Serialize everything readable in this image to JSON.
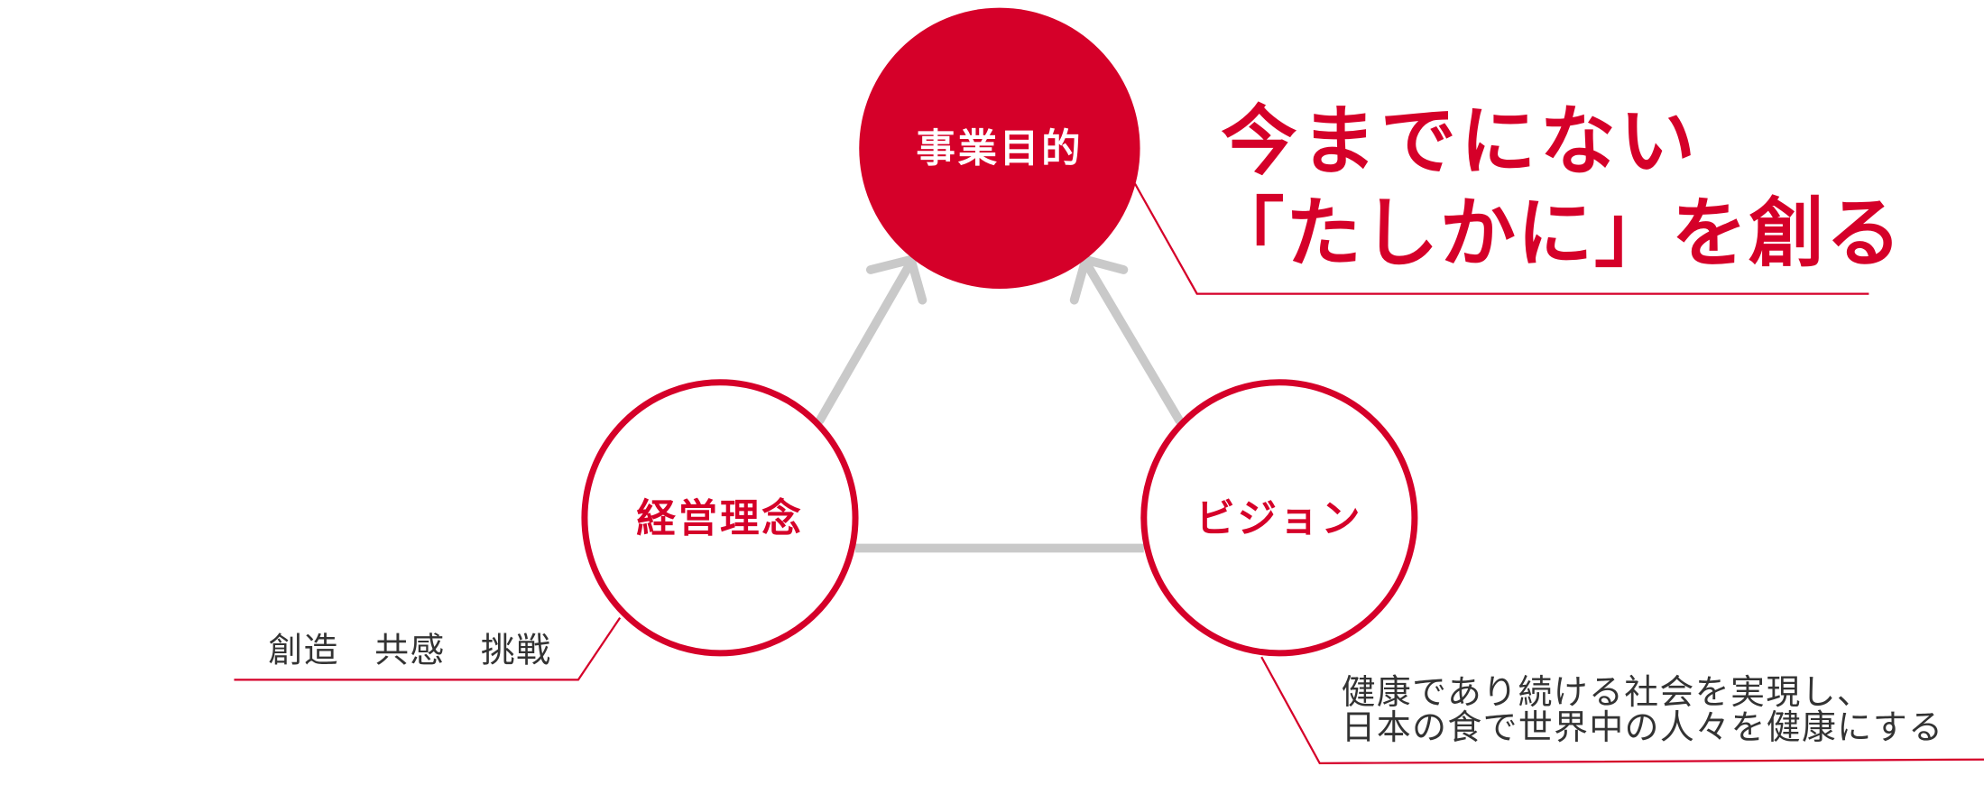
{
  "colors": {
    "accent": "#d50029",
    "connector": "#c9c9c9",
    "text": "#333333"
  },
  "purpose": {
    "label": "事業目的",
    "tagline_line1": "今までにない",
    "tagline_line2": "「たしかに」を創る"
  },
  "philosophy": {
    "label": "経営理念",
    "values": "創造　共感　挑戦"
  },
  "vision": {
    "label": "ビジョン",
    "line1": "健康であり続ける社会を実現し、",
    "line2": "日本の食で世界中の人々を健康にする"
  }
}
